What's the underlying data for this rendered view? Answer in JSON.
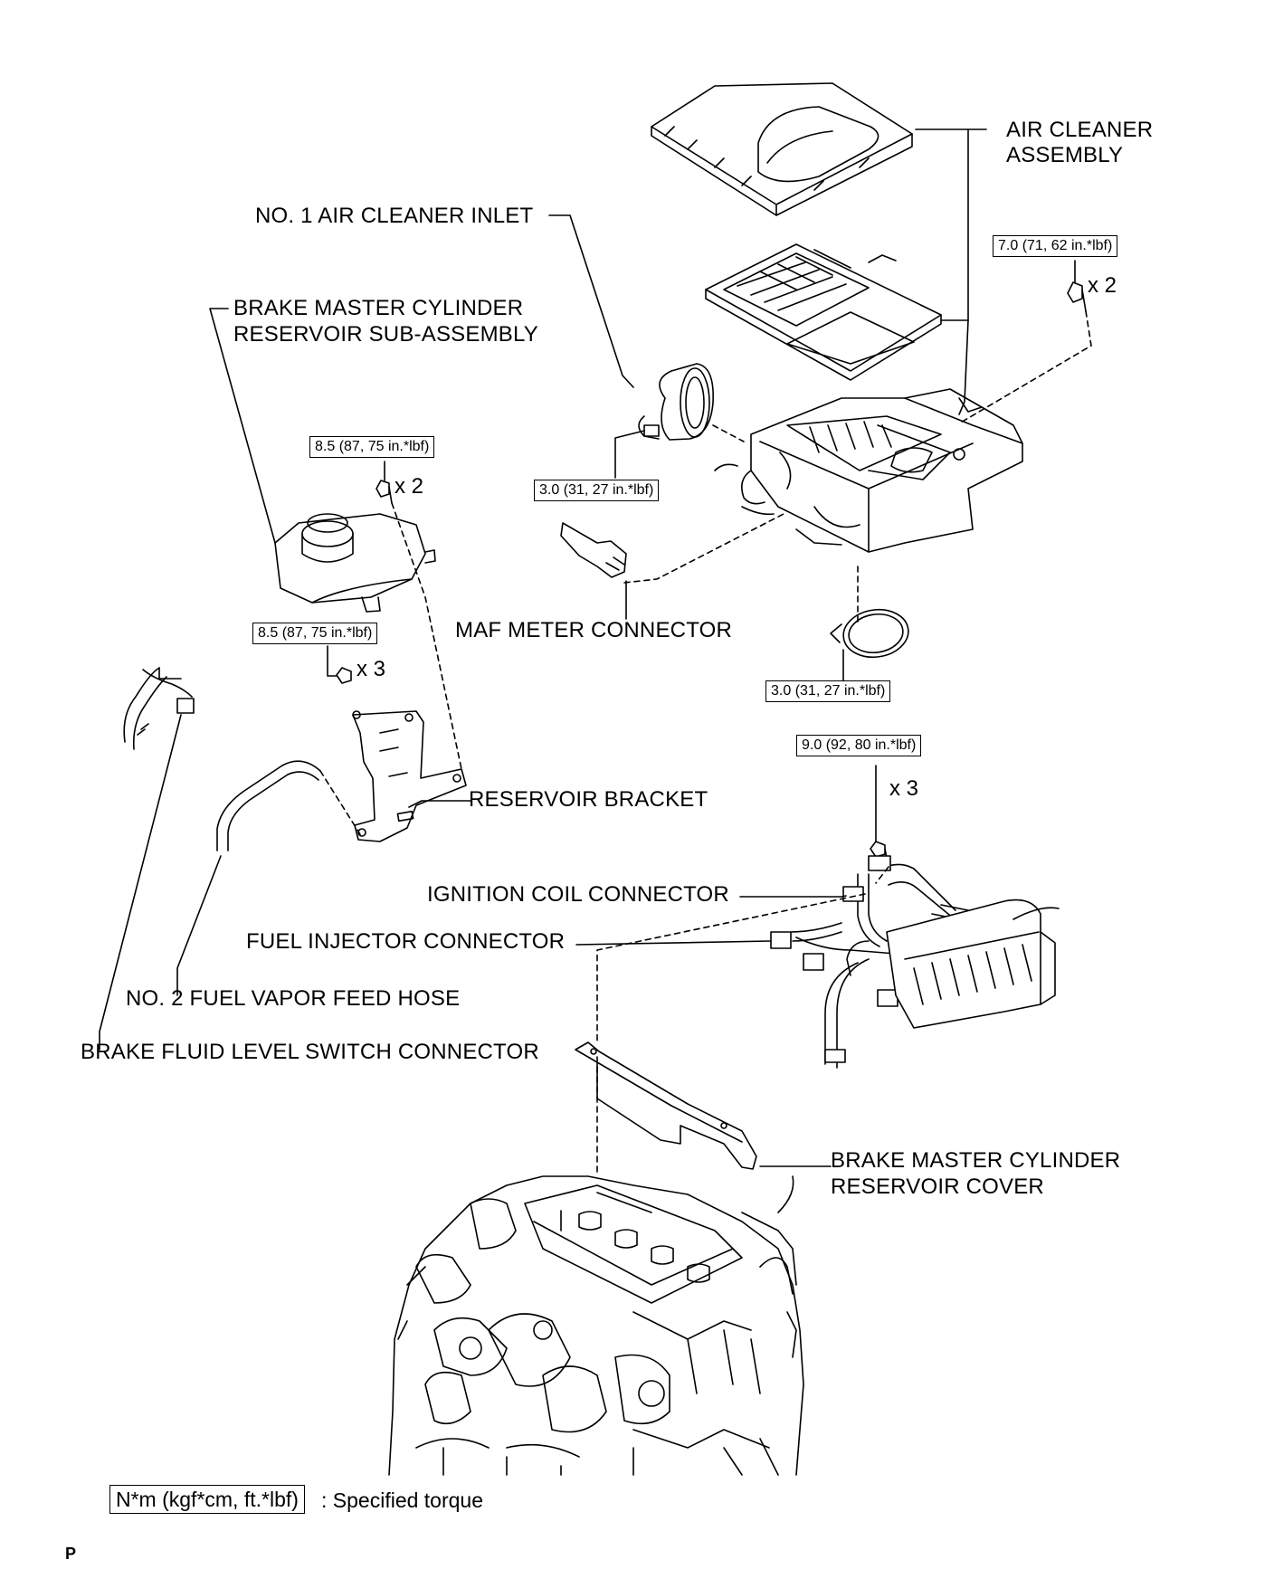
{
  "labels": {
    "air_cleaner_assembly": [
      "AIR CLEANER",
      "ASSEMBLY"
    ],
    "no1_air_cleaner_inlet": "NO. 1 AIR CLEANER INLET",
    "brake_master_cylinder_reservoir_sub_assembly": [
      "BRAKE MASTER CYLINDER",
      "RESERVOIR SUB-ASSEMBLY"
    ],
    "maf_meter_connector": "MAF METER CONNECTOR",
    "reservoir_bracket": "RESERVOIR BRACKET",
    "ignition_coil_connector": "IGNITION COIL CONNECTOR",
    "fuel_injector_connector": "FUEL INJECTOR CONNECTOR",
    "no2_fuel_vapor_feed_hose": "NO. 2 FUEL VAPOR FEED HOSE",
    "brake_fluid_level_switch_connector": "BRAKE FLUID LEVEL SWITCH CONNECTOR",
    "brake_master_cylinder_reservoir_cover": [
      "BRAKE MASTER CYLINDER",
      "RESERVOIR COVER"
    ]
  },
  "torques": {
    "air_cleaner_bolts": {
      "spec": "7.0 (71, 62 in.*lbf)",
      "qty": "x 2"
    },
    "reservoir_bolts": {
      "spec": "8.5 (87, 75 in.*lbf)",
      "qty": "x 2"
    },
    "inlet_clamp": {
      "spec": "3.0 (31, 27 in.*lbf)"
    },
    "bracket_bolts": {
      "spec": "8.5 (87, 75 in.*lbf)",
      "qty": "x 3"
    },
    "lower_clamp": {
      "spec": "3.0 (31, 27 in.*lbf)"
    },
    "injector_bolts": {
      "spec": "9.0 (92, 80 in.*lbf)",
      "qty": "x 3"
    }
  },
  "legend": {
    "box_text": "N*m (kgf*cm, ft.*lbf)",
    "description": ": Specified torque"
  },
  "footer_code": "P"
}
